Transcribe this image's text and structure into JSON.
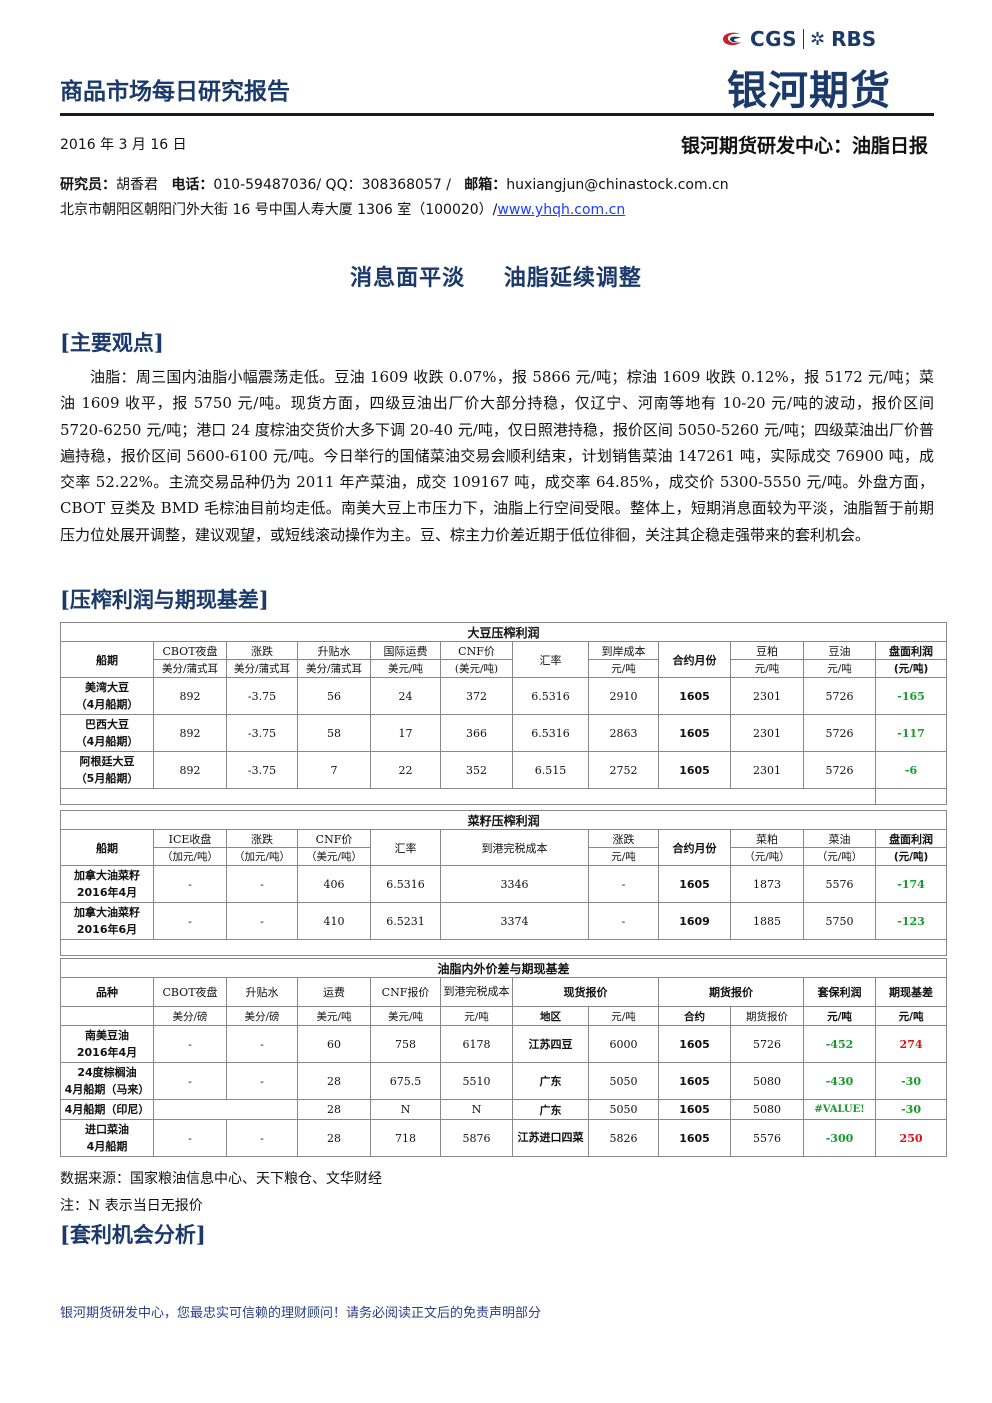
{
  "header": {
    "report_kind": "商品市场每日研究报告",
    "logo_cgs": "CGS",
    "logo_rbs_mark": "✲",
    "logo_rbs": "RBS",
    "brand_cn": "银河期货",
    "date": "2016 年 3 月 16 日",
    "center_title": "银河期货研发中心：油脂日报",
    "researcher_label": "研究员：",
    "researcher": "胡香君",
    "phone_label": "电话：",
    "phone": "010-59487036/ QQ：308368057 /",
    "email_label": "邮箱：",
    "email": "huxiangjun@chinastock.com.cn",
    "address": "北京市朝阳区朝阳门外大街 16 号中国人寿大厦 1306 室（100020）/",
    "website": "www.yhqh.com.cn"
  },
  "main_title": "消息面平淡 油脂延续调整",
  "sections": {
    "main_view": "[主要观点]",
    "profit": "[压榨利润与期现基差]",
    "arbitrage": "[套利机会分析]"
  },
  "body_text": "油脂：周三国内油脂小幅震荡走低。豆油 1609 收跌 0.07%，报 5866 元/吨；棕油 1609 收跌 0.12%，报 5172 元/吨；菜油 1609 收平，报 5750 元/吨。现货方面，四级豆油出厂价大部分持稳，仅辽宁、河南等地有 10-20 元/吨的波动，报价区间 5720-6250 元/吨；港口 24 度棕油交货价大多下调 20-40 元/吨，仅日照港持稳，报价区间 5050-5260 元/吨；四级菜油出厂价普遍持稳，报价区间 5600-6100 元/吨。今日举行的国储菜油交易会顺利结束，计划销售菜油 147261 吨，实际成交 76900 吨，成交率 52.22%。主流交易品种仍为 2011 年产菜油，成交 109167 吨，成交率 64.85%，成交价 5300-5550 元/吨。外盘方面，CBOT 豆类及 BMD 毛棕油目前均走低。南美大豆上市压力下，油脂上行空间受限。整体上，短期消息面较为平淡，油脂暂于前期压力位处展开调整，建议观望，或短线滚动操作为主。豆、棕主力价差近期于低位徘徊，关注其企稳走强带来的套利机会。",
  "soy_table": {
    "title": "大豆压榨利润",
    "headers": [
      "船期",
      "CBOT夜盘",
      "涨跌",
      "升贴水",
      "国际运费",
      "CNF价",
      "汇率",
      "到岸成本",
      "合约月份",
      "豆粕",
      "豆油",
      "盘面利润"
    ],
    "units": [
      "美分/蒲式耳",
      "美分/蒲式耳",
      "美分/蒲式耳",
      "美元/吨",
      "(美元/吨)",
      "元/吨",
      "元/吨",
      "元/吨",
      "(元/吨)"
    ],
    "rows": [
      {
        "name": "美湾大豆",
        "period": "（4月船期）",
        "cbot": "892",
        "chg": "-3.75",
        "premium": "56",
        "freight": "24",
        "cnf": "372",
        "fx": "6.5316",
        "cost": "2910",
        "month": "1605",
        "meal": "2301",
        "oil": "5726",
        "profit": "-165"
      },
      {
        "name": "巴西大豆",
        "period": "（4月船期）",
        "cbot": "892",
        "chg": "-3.75",
        "premium": "58",
        "freight": "17",
        "cnf": "366",
        "fx": "6.5316",
        "cost": "2863",
        "month": "1605",
        "meal": "2301",
        "oil": "5726",
        "profit": "-117"
      },
      {
        "name": "阿根廷大豆",
        "period": "（5月船期）",
        "cbot": "892",
        "chg": "-3.75",
        "premium": "7",
        "freight": "22",
        "cnf": "352",
        "fx": "6.515",
        "cost": "2752",
        "month": "1605",
        "meal": "2301",
        "oil": "5726",
        "profit": "-6"
      }
    ]
  },
  "rapeseed_table": {
    "title": "菜籽压榨利润",
    "headers": [
      "船期",
      "ICE收盘",
      "涨跌",
      "CNF价",
      "汇率",
      "到港完税成本",
      "涨跌",
      "合约月份",
      "菜粕",
      "菜油",
      "盘面利润"
    ],
    "units": [
      "（加元/吨）",
      "（加元/吨）",
      "（美元/吨）",
      "元/吨",
      "（元/吨）",
      "（元/吨）",
      "(元/吨)"
    ],
    "rows": [
      {
        "name": "加拿大油菜籽",
        "period": "2016年4月",
        "ice": "-",
        "chg": "-",
        "cnf": "406",
        "fx": "6.5316",
        "cost": "3346",
        "chg2": "-",
        "month": "1605",
        "meal": "1873",
        "oil": "5576",
        "profit": "-174"
      },
      {
        "name": "加拿大油菜籽",
        "period": "2016年6月",
        "ice": "-",
        "chg": "-",
        "cnf": "410",
        "fx": "6.5231",
        "cost": "3374",
        "chg2": "-",
        "month": "1609",
        "meal": "1885",
        "oil": "5750",
        "profit": "-123"
      }
    ]
  },
  "basis_table": {
    "title": "油脂内外价差与期现基差",
    "headers": [
      "品种",
      "CBOT夜盘",
      "升贴水",
      "运费",
      "CNF报价",
      "到港完税成本",
      "现货报价",
      "期货报价",
      "套保利润",
      "期现基差"
    ],
    "units": [
      "美分/磅",
      "美分/磅",
      "美元/吨",
      "美元/吨",
      "元/吨",
      "地区",
      "元/吨",
      "合约",
      "期货报价",
      "元/吨",
      "元/吨"
    ],
    "rows": [
      {
        "name": "南美豆油",
        "period": "2016年4月",
        "cbot": "-",
        "premium": "-",
        "freight": "60",
        "cnf": "758",
        "cost": "6178",
        "region": "江苏四豆",
        "spot": "6000",
        "contract": "1605",
        "fut": "5726",
        "hedge": "-452",
        "basis": "274"
      },
      {
        "name": "24度棕榈油",
        "period": "4月船期（马来）",
        "cbot": "-",
        "premium": "-",
        "freight": "28",
        "cnf": "675.5",
        "cost": "5510",
        "region": "广东",
        "spot": "5050",
        "contract": "1605",
        "fut": "5080",
        "hedge": "-430",
        "basis": "-30"
      },
      {
        "name": "",
        "period": "4月船期（印尼）",
        "cbot": "",
        "premium": "",
        "freight": "28",
        "cnf": "N",
        "cost": "N",
        "region": "广东",
        "spot": "5050",
        "contract": "1605",
        "fut": "5080",
        "hedge": "#VALUE!",
        "basis": "-30"
      },
      {
        "name": "进口菜油",
        "period": "4月船期",
        "cbot": "-",
        "premium": "-",
        "freight": "28",
        "cnf": "718",
        "cost": "5876",
        "region": "江苏进口四菜",
        "spot": "5826",
        "contract": "1605",
        "fut": "5576",
        "hedge": "-300",
        "basis": "250"
      }
    ]
  },
  "notes": {
    "source": "数据来源：国家粮油信息中心、天下粮仓、文华财经",
    "n_note": "注：N 表示当日无报价"
  },
  "footer": "银河期货研发中心，您最忠实可信赖的理财顾问！请务必阅读正文后的免责声明部分",
  "colors": {
    "brand": "#1b3a6b",
    "positive": "#169a2b",
    "negative": "#dd1111"
  }
}
